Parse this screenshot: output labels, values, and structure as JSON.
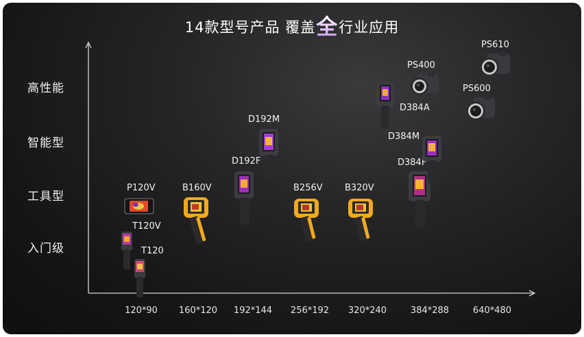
{
  "title": {
    "before": "14款型号产品 覆盖",
    "highlight": "全",
    "after": "行业应用"
  },
  "y_axis": {
    "levels": [
      "高性能",
      "智能型",
      "工具型",
      "入门级"
    ]
  },
  "x_axis": {
    "resolutions": [
      "120*90",
      "160*120",
      "192*144",
      "256*192",
      "320*240",
      "384*288",
      "640*480"
    ]
  },
  "products": [
    {
      "model": "P120V",
      "type": "tablet"
    },
    {
      "model": "T120V",
      "type": "pocket"
    },
    {
      "model": "T120",
      "type": "pocket"
    },
    {
      "model": "B160V",
      "type": "gun-yellow"
    },
    {
      "model": "D192F",
      "type": "gun-dark"
    },
    {
      "model": "D192M",
      "type": "gun-dark"
    },
    {
      "model": "B256V",
      "type": "gun-yellow"
    },
    {
      "model": "B320V",
      "type": "gun-yellow"
    },
    {
      "model": "D384F",
      "type": "gun-dark"
    },
    {
      "model": "D384M",
      "type": "gun-dark"
    },
    {
      "model": "D384A",
      "type": "gun-dark"
    },
    {
      "model": "PS400",
      "type": "camera"
    },
    {
      "model": "PS600",
      "type": "camera"
    },
    {
      "model": "PS610",
      "type": "camera"
    }
  ],
  "colors": {
    "background": "#1a1a1b",
    "text": "#ffffff",
    "highlight": "#c9a4ff",
    "gun_yellow": "#f2a91d"
  }
}
